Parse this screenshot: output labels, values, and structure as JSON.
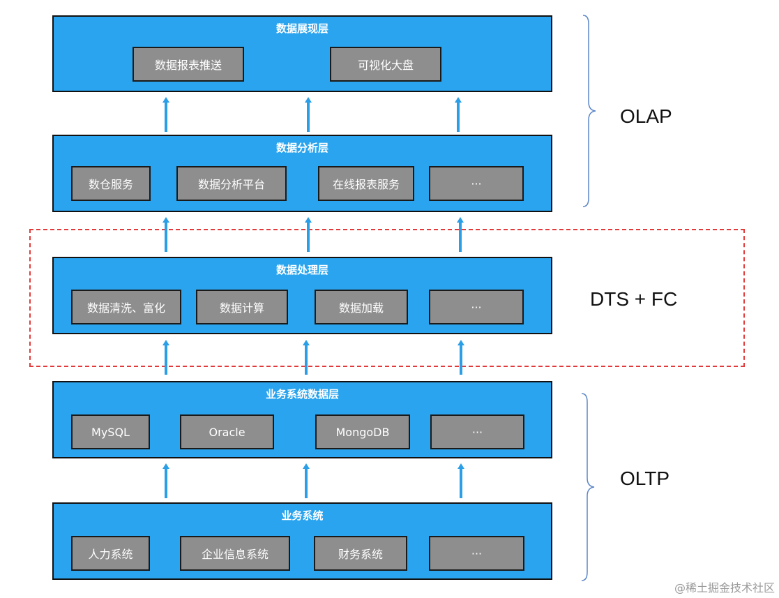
{
  "layers": [
    {
      "title": "数据展现层",
      "items": [
        "数据报表推送",
        "可视化大盘"
      ]
    },
    {
      "title": "数据分析层",
      "items": [
        "数仓服务",
        "数据分析平台",
        "在线报表服务",
        "···"
      ]
    },
    {
      "title": "数据处理层",
      "items": [
        "数据清洗、富化",
        "数据计算",
        "数据加载",
        "···"
      ]
    },
    {
      "title": "业务系统数据层",
      "items": [
        "MySQL",
        "Oracle",
        "MongoDB",
        "···"
      ]
    },
    {
      "title": "业务系统",
      "items": [
        "人力系统",
        "企业信息系统",
        "财务系统",
        "···"
      ]
    }
  ],
  "side_labels": {
    "olap": "OLAP",
    "dts_fc": "DTS + FC",
    "oltp": "OLTP"
  },
  "watermark": "@稀土掘金技术社区",
  "colors": {
    "layer_fill": "#2aa4ee",
    "box_fill": "#8e8e8e",
    "arrow": "#2a9ee6",
    "dashed_border": "#e23a3a",
    "brace": "#5b86c9"
  }
}
